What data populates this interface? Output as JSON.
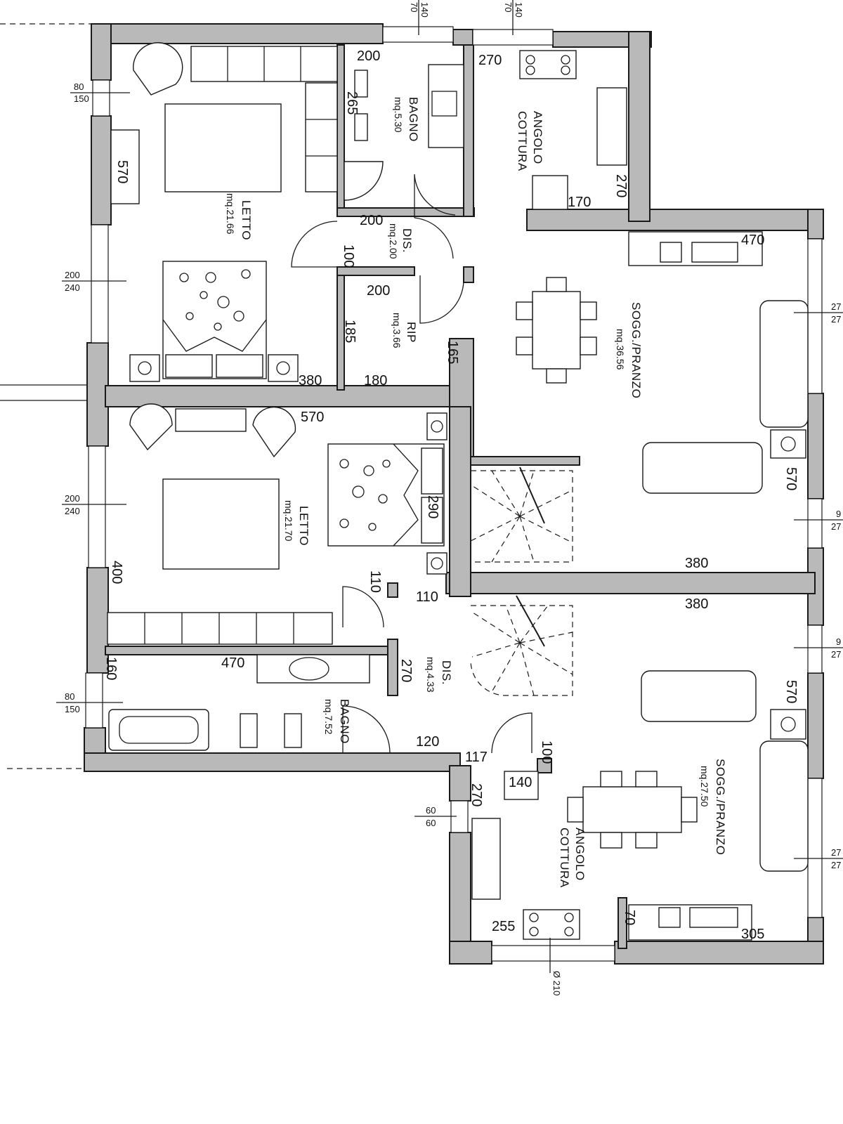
{
  "window_dims": {
    "top_left": [
      "140",
      "70"
    ],
    "top_right": [
      "140",
      "70"
    ],
    "left_1": [
      "80",
      "150"
    ],
    "left_2": [
      "200",
      "240"
    ],
    "left_3": [
      "200",
      "240"
    ],
    "left_4": [
      "80",
      "150"
    ],
    "right_1": [
      "27",
      "27"
    ],
    "right_2": [
      "9",
      "27"
    ],
    "right_3": [
      "9",
      "27"
    ],
    "right_4": [
      "27",
      "27"
    ],
    "lower_left": [
      "60",
      "60"
    ],
    "flue": "Ø 210"
  },
  "rooms": {
    "letto_top": {
      "name": "LETTO",
      "area": "mq.21.66"
    },
    "bagno_top": {
      "name": "BAGNO",
      "area": "mq.5.30"
    },
    "angolo_top": {
      "name": "ANGOLO",
      "name2": "COTTURA"
    },
    "dis_top": {
      "name": "DIS.",
      "area": "mq.2.00"
    },
    "rip": {
      "name": "RIP",
      "area": "mq.3.66"
    },
    "sogg_top": {
      "name": "SOGG./PRANZO",
      "area": "mq.36.56"
    },
    "letto_bottom": {
      "name": "LETTO",
      "area": "mq.21.70"
    },
    "dis_bottom": {
      "name": "DIS.",
      "area": "mq.4.33"
    },
    "bagno_bottom": {
      "name": "BAGNO",
      "area": "mq.7.52"
    },
    "sogg_bottom": {
      "name": "SOGG./PRANZO",
      "area": "mq.27.50"
    },
    "angolo_bottom": {
      "name": "ANGOLO",
      "name2": "COTTURA"
    }
  },
  "dims": {
    "d200_bagno": "200",
    "d270_top": "270",
    "d265": "265",
    "d570_letto": "570",
    "d170": "170",
    "d270_cottura": "270",
    "d470_top": "470",
    "d200_dis": "200",
    "d100_dis": "100",
    "d200_rip": "200",
    "d185": "185",
    "d165": "165",
    "d180": "180",
    "d380_letto": "380",
    "d570_mid": "570",
    "d290": "290",
    "d570_right": "570",
    "d380_upper": "380",
    "d380_lower": "380",
    "d400": "400",
    "d110_a": "110",
    "d110_b": "110",
    "d160": "160",
    "d470_bagno": "470",
    "d270_dis": "270",
    "d570_right2": "570",
    "d120": "120",
    "d117": "117",
    "d100_lower": "100",
    "d140": "140",
    "d270_lower": "270",
    "d255": "255",
    "d70": "70",
    "d305": "305"
  }
}
